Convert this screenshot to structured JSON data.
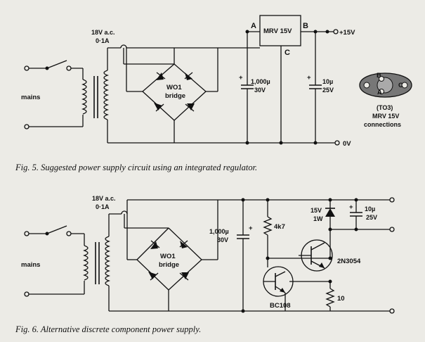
{
  "fig5": {
    "caption": "Fig. 5. Suggested power supply circuit using an integrated regulator.",
    "mains": "mains",
    "transformer_rating_1": "18V a.c.",
    "transformer_rating_2": "0·1A",
    "bridge_name": "WO1",
    "bridge_sub": "bridge",
    "regulator": "MRV 15V",
    "pin_a": "A",
    "pin_b": "B",
    "pin_c": "C",
    "cap1_value": "1,000µ",
    "cap1_voltage": "30V",
    "cap2_value": "10µ",
    "cap2_voltage": "25V",
    "plus": "+",
    "out_pos": "+15V",
    "out_zero": "0V",
    "pkg_a": "A",
    "pkg_b": "B",
    "pkg_c": "C",
    "pkg_label_1": "(TO3)",
    "pkg_label_2": "MRV 15V",
    "pkg_label_3": "connections"
  },
  "fig6": {
    "caption": "Fig. 6. Alternative discrete component power supply.",
    "mains": "mains",
    "transformer_rating_1": "18V a.c.",
    "transformer_rating_2": "0·1A",
    "bridge_name": "WO1",
    "bridge_sub": "bridge",
    "cap1_value": "1,000µ",
    "cap1_voltage": "30V",
    "plus": "+",
    "resistor1": "4k7",
    "zener_voltage": "15V",
    "zener_power": "1W",
    "cap2_value": "10µ",
    "cap2_voltage": "25V",
    "transistor1": "2N3054",
    "transistor2": "BC108",
    "resistor2": "10"
  },
  "colors": {
    "ink": "#111111",
    "paper": "#ecebe6"
  }
}
